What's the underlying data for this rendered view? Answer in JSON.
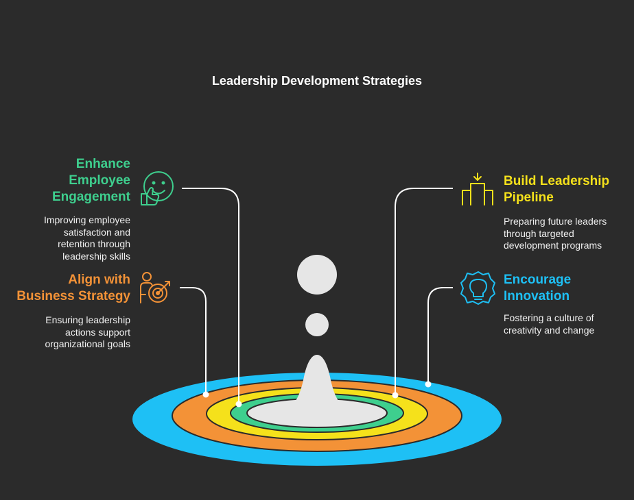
{
  "title": "Leadership Development Strategies",
  "colors": {
    "background": "#2b2b2b",
    "green": "#3ecf8e",
    "orange": "#f39237",
    "yellow": "#f5e11b",
    "blue": "#1ec0f5",
    "gray": "#e6e6e6",
    "white": "#ffffff"
  },
  "items": [
    {
      "id": "enhance-employee-engagement",
      "heading_lines": [
        "Enhance",
        "Employee",
        "Engagement"
      ],
      "description_lines": [
        "Improving employee",
        "satisfaction and",
        "retention through",
        "leadership skills"
      ],
      "color": "#3ecf8e",
      "icon": "thumbs-up-smiley-icon"
    },
    {
      "id": "align-with-business-strategy",
      "heading_lines": [
        "Align with",
        "Business Strategy"
      ],
      "description_lines": [
        "Ensuring leadership",
        "actions support",
        "organizational goals"
      ],
      "color": "#f39237",
      "icon": "person-target-icon"
    },
    {
      "id": "build-leadership-pipeline",
      "heading_lines": [
        "Build Leadership",
        "Pipeline"
      ],
      "description_lines": [
        "Preparing future leaders",
        "through targeted",
        "development programs"
      ],
      "color": "#f5e11b",
      "icon": "podium-arrow-icon"
    },
    {
      "id": "encourage-innovation",
      "heading_lines": [
        "Encourage",
        "Innovation"
      ],
      "description_lines": [
        "Fostering a culture of",
        "creativity and change"
      ],
      "color": "#1ec0f5",
      "icon": "gear-lightbulb-icon"
    }
  ]
}
